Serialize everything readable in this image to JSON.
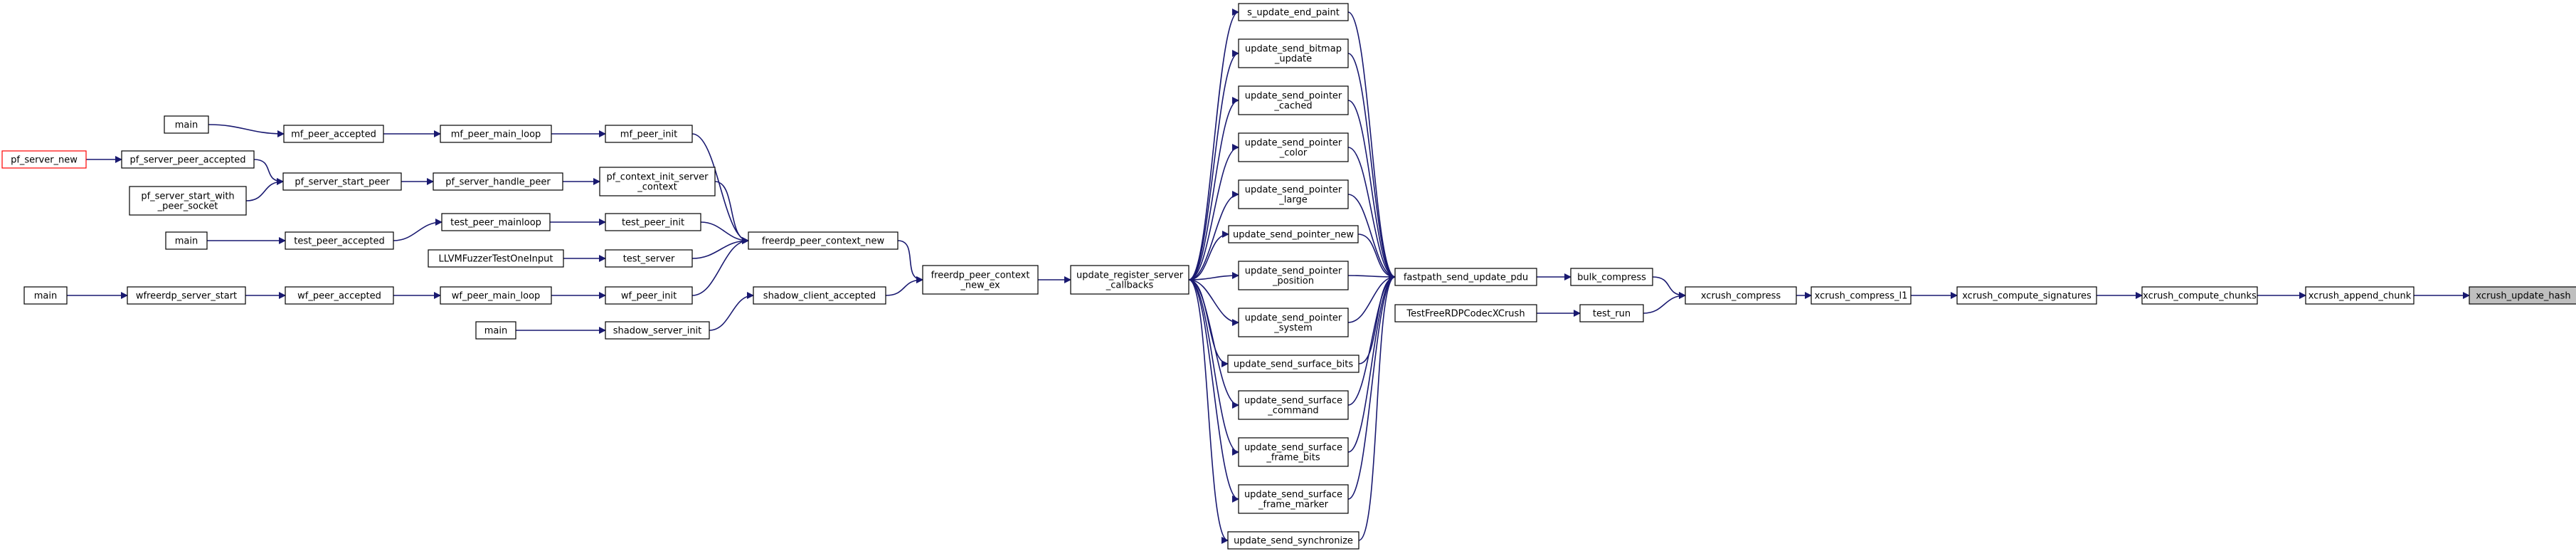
{
  "colors": {
    "edge": "#191970",
    "node_border": "#000000",
    "highlight_border": "#ff0000",
    "selected_fill": "#bfbfbf"
  },
  "nodes": {
    "xcrush_update_hash": [
      "xcrush_update_hash"
    ],
    "xcrush_append_chunk": [
      "xcrush_append_chunk"
    ],
    "xcrush_compute_chunks": [
      "xcrush_compute_chunks"
    ],
    "xcrush_compute_signatures": [
      "xcrush_compute_signatures"
    ],
    "xcrush_compress_l1": [
      "xcrush_compress_l1"
    ],
    "xcrush_compress": [
      "xcrush_compress"
    ],
    "bulk_compress": [
      "bulk_compress"
    ],
    "test_run": [
      "test_run"
    ],
    "fastpath_send_update_pdu": [
      "fastpath_send_update_pdu"
    ],
    "TestFreeRDPCodecXCrush": [
      "TestFreeRDPCodecXCrush"
    ],
    "s_update_end_paint": [
      "s_update_end_paint"
    ],
    "update_send_bitmap_update": [
      "update_send_bitmap",
      "_update"
    ],
    "update_send_pointer_cached": [
      "update_send_pointer",
      "_cached"
    ],
    "update_send_pointer_color": [
      "update_send_pointer",
      "_color"
    ],
    "update_send_pointer_large": [
      "update_send_pointer",
      "_large"
    ],
    "update_send_pointer_new": [
      "update_send_pointer_new"
    ],
    "update_send_pointer_position": [
      "update_send_pointer",
      "_position"
    ],
    "update_send_pointer_system": [
      "update_send_pointer",
      "_system"
    ],
    "update_send_surface_bits": [
      "update_send_surface_bits"
    ],
    "update_send_surface_command": [
      "update_send_surface",
      "_command"
    ],
    "update_send_surface_frame_bits": [
      "update_send_surface",
      "_frame_bits"
    ],
    "update_send_surface_frame_marker": [
      "update_send_surface",
      "_frame_marker"
    ],
    "update_send_synchronize": [
      "update_send_synchronize"
    ],
    "update_register_server_callbacks": [
      "update_register_server",
      "_callbacks"
    ],
    "freerdp_peer_context_new_ex": [
      "freerdp_peer_context",
      "_new_ex"
    ],
    "freerdp_peer_context_new": [
      "freerdp_peer_context_new"
    ],
    "shadow_client_accepted": [
      "shadow_client_accepted"
    ],
    "shadow_server_init": [
      "shadow_server_init"
    ],
    "main_shadow": [
      "main"
    ],
    "mf_peer_init": [
      "mf_peer_init"
    ],
    "pf_context_init_server_context": [
      "pf_context_init_server",
      "_context"
    ],
    "test_peer_init": [
      "test_peer_init"
    ],
    "test_server": [
      "test_server"
    ],
    "wf_peer_init": [
      "wf_peer_init"
    ],
    "mf_peer_main_loop": [
      "mf_peer_main_loop"
    ],
    "pf_server_handle_peer": [
      "pf_server_handle_peer"
    ],
    "test_peer_mainloop": [
      "test_peer_mainloop"
    ],
    "LLVMFuzzerTestOneInput": [
      "LLVMFuzzerTestOneInput"
    ],
    "wf_peer_main_loop": [
      "wf_peer_main_loop"
    ],
    "mf_peer_accepted": [
      "mf_peer_accepted"
    ],
    "pf_server_start_peer": [
      "pf_server_start_peer"
    ],
    "test_peer_accepted": [
      "test_peer_accepted"
    ],
    "wf_peer_accepted": [
      "wf_peer_accepted"
    ],
    "main_mf": [
      "main"
    ],
    "pf_server_peer_accepted": [
      "pf_server_peer_accepted"
    ],
    "pf_server_start_with_peer_socket": [
      "pf_server_start_with",
      "_peer_socket"
    ],
    "main_test": [
      "main"
    ],
    "wfreerdp_server_start": [
      "wfreerdp_server_start"
    ],
    "pf_server_new": [
      "pf_server_new"
    ],
    "main_wf": [
      "main"
    ]
  }
}
